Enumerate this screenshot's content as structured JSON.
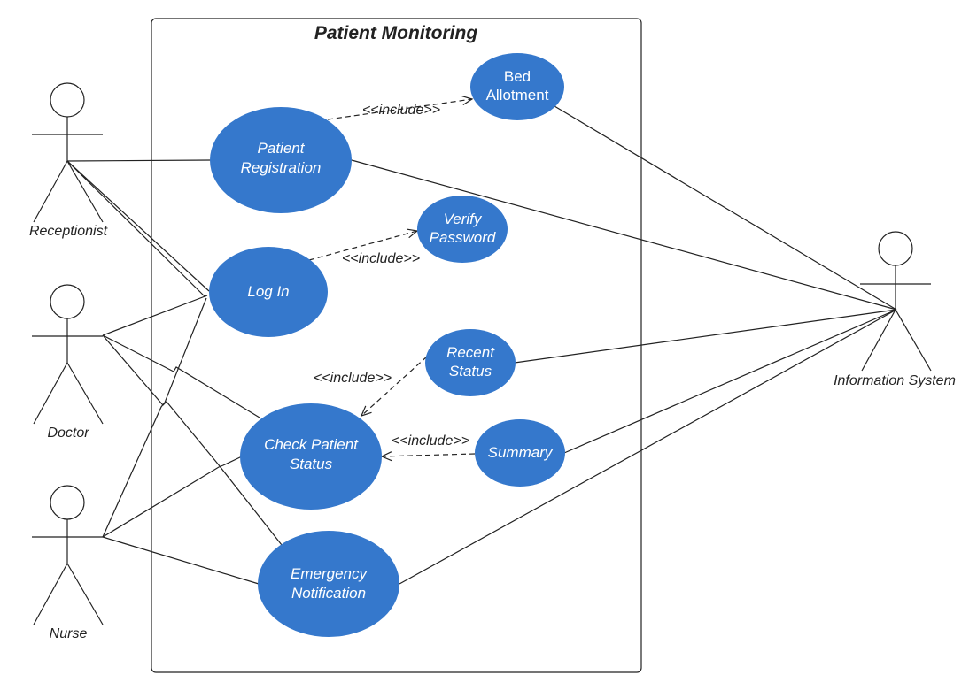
{
  "diagram": {
    "title": "Patient Monitoring",
    "actors": {
      "receptionist": "Receptionist",
      "doctor": "Doctor",
      "nurse": "Nurse",
      "info_system": "Information System"
    },
    "usecases": {
      "bed_allotment": [
        "Bed",
        "Allotment"
      ],
      "patient_registration": [
        "Patient",
        "Registration"
      ],
      "verify_password": [
        "Verify",
        "Password"
      ],
      "log_in": [
        "Log In"
      ],
      "recent_status": [
        "Recent",
        "Status"
      ],
      "check_patient_status": [
        "Check Patient",
        "Status"
      ],
      "summary": [
        "Summary"
      ],
      "emergency_notification": [
        "Emergency",
        "Notification"
      ]
    },
    "include_label": "<<include>>",
    "colors": {
      "usecase_fill": "#3578cc",
      "line": "#222222",
      "text_on_usecase": "#ffffff"
    }
  }
}
